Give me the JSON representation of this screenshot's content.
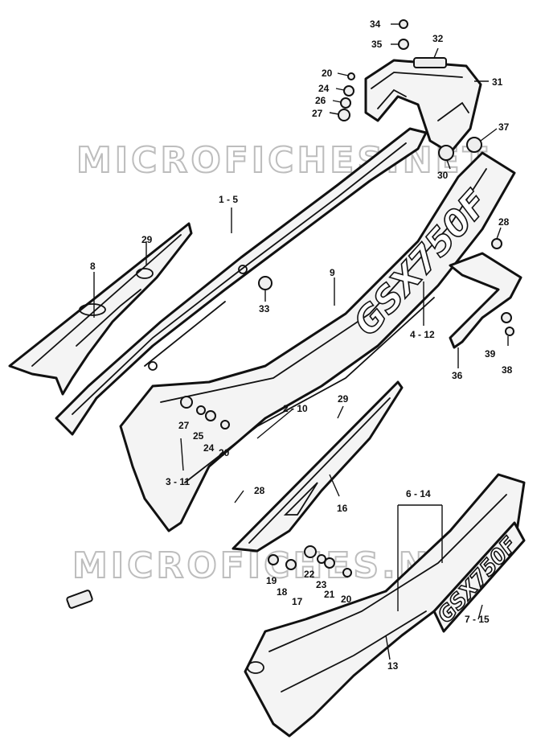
{
  "watermark": {
    "top": "MICROFICHES.NET",
    "bottom": "MICROFICHES.NET"
  },
  "decal_text": {
    "rear_cover": "GSX750F",
    "rear_badge": "GSX750F"
  },
  "callouts": {
    "c34": "34",
    "c35": "35",
    "c32": "32",
    "c31": "31",
    "c20a": "20",
    "c24a": "24",
    "c26a": "26",
    "c27a": "27",
    "c37": "37",
    "c30": "30",
    "c1_5": "1 - 5",
    "c29a": "29",
    "c8": "8",
    "c28a": "28",
    "c9": "9",
    "c33": "33",
    "c4_12": "4 - 12",
    "c39": "39",
    "c38": "38",
    "c36": "36",
    "c29b": "29",
    "c2_10": "2 - 10",
    "c27b": "27",
    "c25": "25",
    "c24b": "24",
    "c20b": "20",
    "c3_11": "3 - 11",
    "c28b": "28",
    "c16": "16",
    "c6_14": "6 - 14",
    "c19": "19",
    "c22": "22",
    "c23": "23",
    "c21": "21",
    "c20c": "20",
    "c18": "18",
    "c17": "17",
    "c7_15": "7 - 15",
    "c13": "13"
  }
}
